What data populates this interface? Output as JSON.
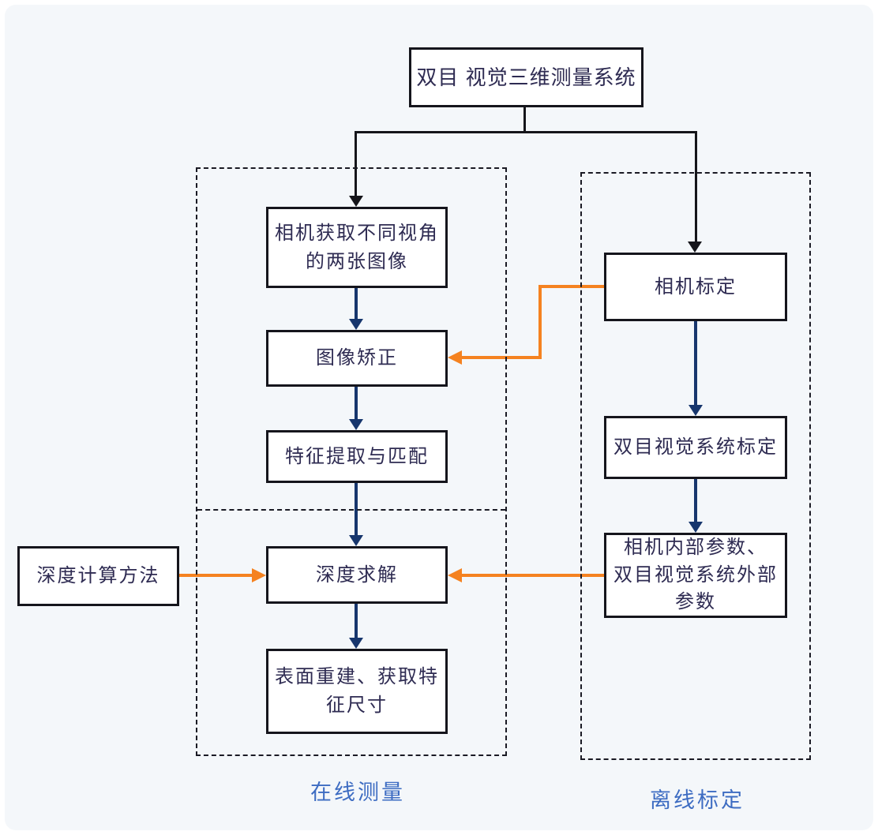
{
  "colors": {
    "panel_bg": "#f4f7fa",
    "black_line": "#15151a",
    "box_border": "#15151c",
    "box_text": "#2e2b52",
    "flow_arrow": "#17366d",
    "cross_arrow": "#f58220",
    "group_label": "#3d6cc2"
  },
  "diagram": {
    "root": {
      "label": "双目 视觉三维测量系统"
    },
    "online_group": {
      "caption": "在线测量",
      "nodes": [
        {
          "label": "相机获取不同视角\n的两张图像"
        },
        {
          "label": "图像矫正"
        },
        {
          "label": "特征提取与匹配"
        },
        {
          "label": "深度求解"
        },
        {
          "label": "表面重建、获取特\n征尺寸"
        }
      ]
    },
    "offline_group": {
      "caption": "离线标定",
      "nodes": [
        {
          "label": "相机标定"
        },
        {
          "label": "双目视觉系统标定"
        },
        {
          "label": "相机内部参数、\n双目视觉系统外部\n参数"
        }
      ]
    },
    "aux": {
      "label": "深度计算方法"
    }
  }
}
